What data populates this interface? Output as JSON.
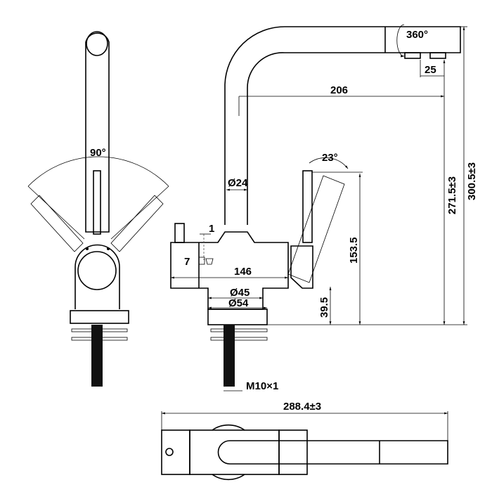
{
  "labels": {
    "rotation_spout": "360°",
    "offset_25": "25",
    "reach_206": "206",
    "height_271": "271.5±3",
    "height_300": "300.5±3",
    "angle_90": "90°",
    "angle_23": "23°",
    "dia_24": "Ø24",
    "height_153": "153.5",
    "marker_1": "1",
    "marker_7": "7",
    "width_146": "146",
    "dia_45": "Ø45",
    "dia_54": "Ø54",
    "height_39": "39.5",
    "thread": "M10×1",
    "length_288": "288.4±3"
  }
}
